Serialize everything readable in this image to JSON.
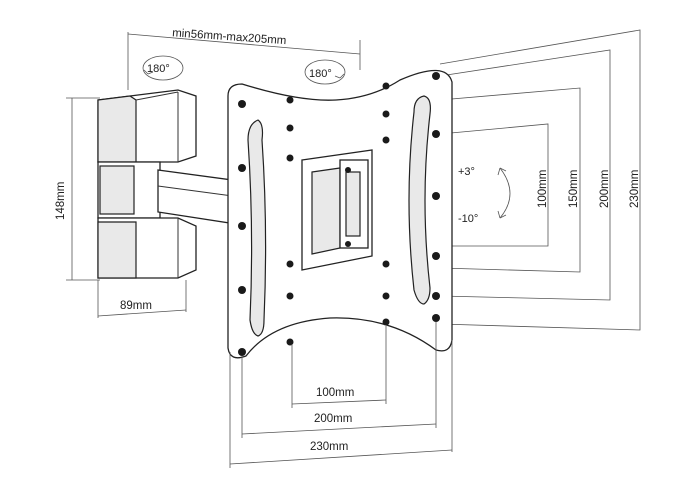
{
  "dimensions": {
    "arm_extension": "min56mm-max205mm",
    "bracket_height": "148mm",
    "bracket_width": "89mm",
    "vesa_h_100": "100mm",
    "vesa_h_200": "200mm",
    "vesa_h_230": "230mm",
    "vesa_v_100": "100mm",
    "vesa_v_150": "150mm",
    "vesa_v_200": "200mm",
    "vesa_v_230": "230mm"
  },
  "rotation": {
    "swivel_left": "180°",
    "swivel_right": "180°",
    "tilt_up": "+3°",
    "tilt_down": "-10°"
  },
  "colors": {
    "line": "#333333",
    "hole": "#1a1a1a",
    "background": "#ffffff"
  }
}
